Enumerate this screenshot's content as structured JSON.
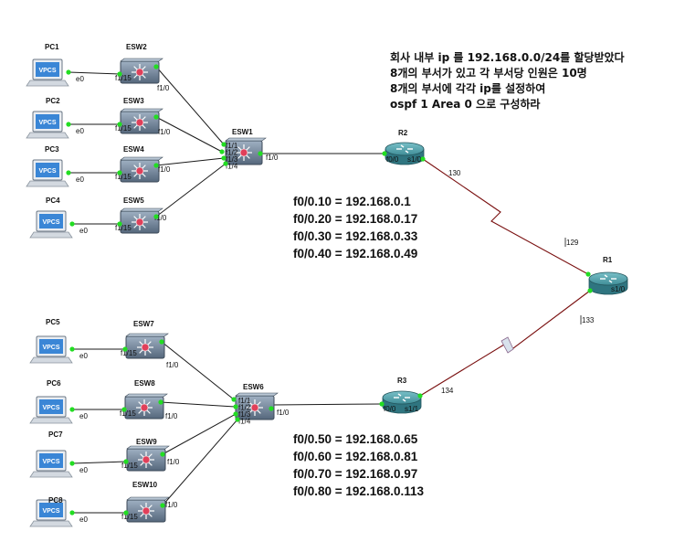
{
  "note": {
    "lines": [
      "회사 내부 ip 를 192.168.0.0/24를 할당받았다",
      "8개의 부서가 있고 각 부서당 인원은 10명",
      "8개의 부서에 각각 ip를 설정하여",
      "ospf 1 Area 0 으로 구성하라"
    ]
  },
  "subinterfaces_r2": [
    "f0/0.10 = 192.168.0.1",
    "f0/0.20 = 192.168.0.17",
    "f0/0.30 = 192.168.0.33",
    "f0/0.40 = 192.168.0.49"
  ],
  "subinterfaces_r3": [
    "f0/0.50 = 192.168.0.65",
    "f0/0.60 = 192.168.0.81",
    "f0/0.70 = 192.168.0.97",
    "f0/0.80 = 192.168.0.113"
  ],
  "vpcs_label": "VPCS",
  "pcs": [
    {
      "name": "PC1",
      "port": "e0"
    },
    {
      "name": "PC2",
      "port": "e0"
    },
    {
      "name": "PC3",
      "port": "e0"
    },
    {
      "name": "PC4",
      "port": "e0"
    },
    {
      "name": "PC5",
      "port": "e0"
    },
    {
      "name": "PC6",
      "port": "e0"
    },
    {
      "name": "PC7",
      "port": "e0"
    },
    {
      "name": "PC8",
      "port": "e0"
    }
  ],
  "access_switches": [
    {
      "name": "ESW2",
      "port_pc": "f1/15",
      "port_up": "f1/0"
    },
    {
      "name": "ESW3",
      "port_pc": "f1/15",
      "port_up": "f1/0"
    },
    {
      "name": "ESW4",
      "port_pc": "f1/15",
      "port_up": "f1/0"
    },
    {
      "name": "ESW5",
      "port_pc": "f1/15",
      "port_up": "f1/0"
    },
    {
      "name": "ESW7",
      "port_pc": "f1/15",
      "port_up": "f1/0"
    },
    {
      "name": "ESW8",
      "port_pc": "f1/15",
      "port_up": "f1/0"
    },
    {
      "name": "ESW9",
      "port_pc": "f1/15",
      "port_up": "f1/0"
    },
    {
      "name": "ESW10",
      "port_pc": "f1/15",
      "port_up": "f1/0"
    }
  ],
  "core_switches": [
    {
      "name": "ESW1",
      "down_ports": [
        "f1/1",
        "f1/2",
        "f1/3",
        "f1/4"
      ],
      "up_port": "f1/0"
    },
    {
      "name": "ESW6",
      "down_ports": [
        "f1/1",
        "f1/2",
        "f1/3",
        "f1/4"
      ],
      "up_port": "f1/0"
    }
  ],
  "routers": [
    {
      "name": "R2",
      "ports": [
        "f0/0",
        "s1/0"
      ]
    },
    {
      "name": "R3",
      "ports": [
        "f0/0",
        "s1/1"
      ]
    },
    {
      "name": "R1",
      "ports": [
        "s1/0"
      ]
    }
  ],
  "serial_labels": {
    "r2_side": "130",
    "r1_top": "129",
    "r1_bottom": "133",
    "r3_side": "134"
  },
  "colors": {
    "ethernet_link": "#1a1a1a",
    "serial_link": "#7a1010",
    "port_dot": "#22dd22",
    "router_body": "#3c8a95",
    "switch_body": "#6f8196",
    "vpcs_screen": "#3a86d6"
  }
}
